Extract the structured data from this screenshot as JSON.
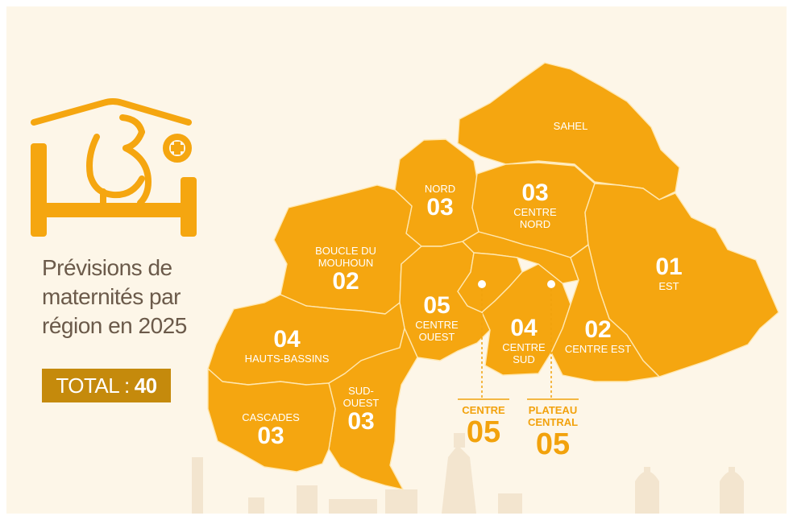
{
  "infographic": {
    "title_lines": [
      "Prévisions de",
      "maternités par",
      "région en 2025"
    ],
    "total_label": "TOTAL :",
    "total_value": "40",
    "icon": "pregnant-woman-bed-icon",
    "colors": {
      "map_fill": "#f5a610",
      "border": "#ffe7b0",
      "total_bg": "#c58a0c",
      "title_text": "#6b5a4a",
      "background": "#fdf6e8"
    }
  },
  "regions": {
    "sahel": {
      "name": "SAHEL",
      "count": ""
    },
    "nord": {
      "name": "NORD",
      "count": "03"
    },
    "centre_nord": {
      "name": "CENTRE NORD",
      "count": "03"
    },
    "est": {
      "name": "EST",
      "count": "01"
    },
    "boucle_du_mouhoun": {
      "name": "BOUCLE DU MOUHOUN",
      "count": "02"
    },
    "centre_ouest": {
      "name": "CENTRE OUEST",
      "count": "05"
    },
    "centre_sud": {
      "name": "CENTRE SUD",
      "count": "04"
    },
    "centre_est": {
      "name": "CENTRE EST",
      "count": "02"
    },
    "hauts_bassins": {
      "name": "HAUTS-BASSINS",
      "count": "04"
    },
    "sud_ouest": {
      "name": "SUD-OUEST",
      "count": "03"
    },
    "cascades": {
      "name": "CASCADES",
      "count": "03"
    },
    "centre": {
      "name": "CENTRE",
      "count": "05"
    },
    "plateau_central": {
      "name": "PLATEAU CENTRAL",
      "count": "05"
    }
  }
}
